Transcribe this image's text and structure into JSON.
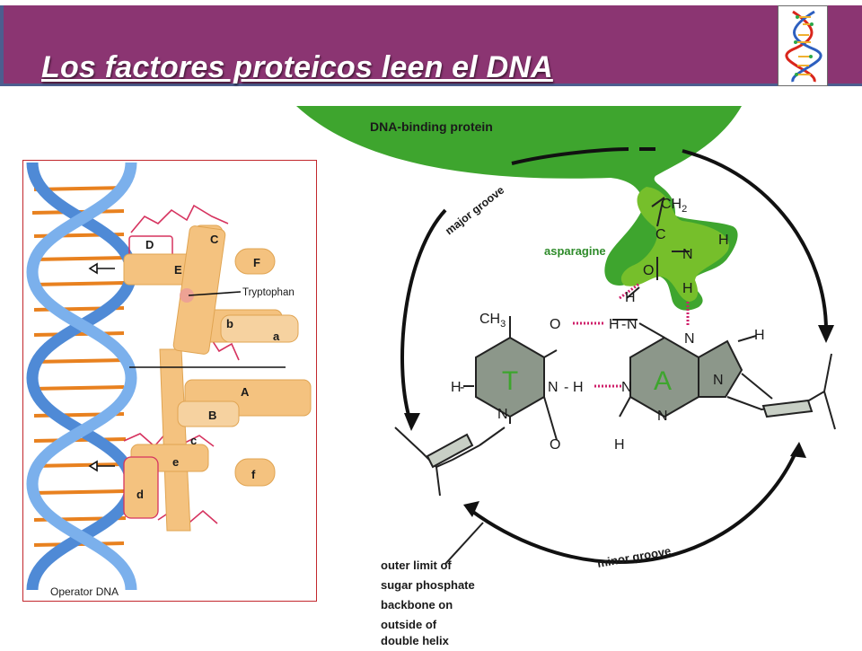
{
  "slide": {
    "title": "Los factores proteicos leen el DNA"
  },
  "left_figure": {
    "caption": "Operator DNA",
    "tryptophan_label": "Tryptophan",
    "helix_labels": [
      "D",
      "C",
      "E",
      "F",
      "b",
      "a",
      "A",
      "B",
      "c",
      "e",
      "f",
      "d"
    ]
  },
  "right_figure": {
    "protein_label": "DNA-binding protein",
    "major_groove": "major groove",
    "minor_groove": "minor groove",
    "asparagine": "asparagine",
    "ch2": "CH",
    "ch2_sub": "2",
    "ch3": "CH",
    "ch3_sub": "3",
    "base_t": "T",
    "base_a": "A",
    "atoms": {
      "c": "C",
      "o": "O",
      "n": "N",
      "h": "H"
    },
    "backbone_note": [
      "outer limit of",
      "sugar phosphate",
      "backbone on",
      "outside of",
      "double helix"
    ]
  },
  "colors": {
    "banner": "#8b3572",
    "banner_rule": "#4d5d8f",
    "protein_green": "#3ea52e",
    "asparagine_green": "#76bf2b",
    "base_gray": "#8c978a",
    "hbond_pink": "#cf1f6a",
    "dna_blue": "#4f8ad6",
    "base_orange": "#e8811f",
    "helix_peach": "#f4c27f"
  }
}
